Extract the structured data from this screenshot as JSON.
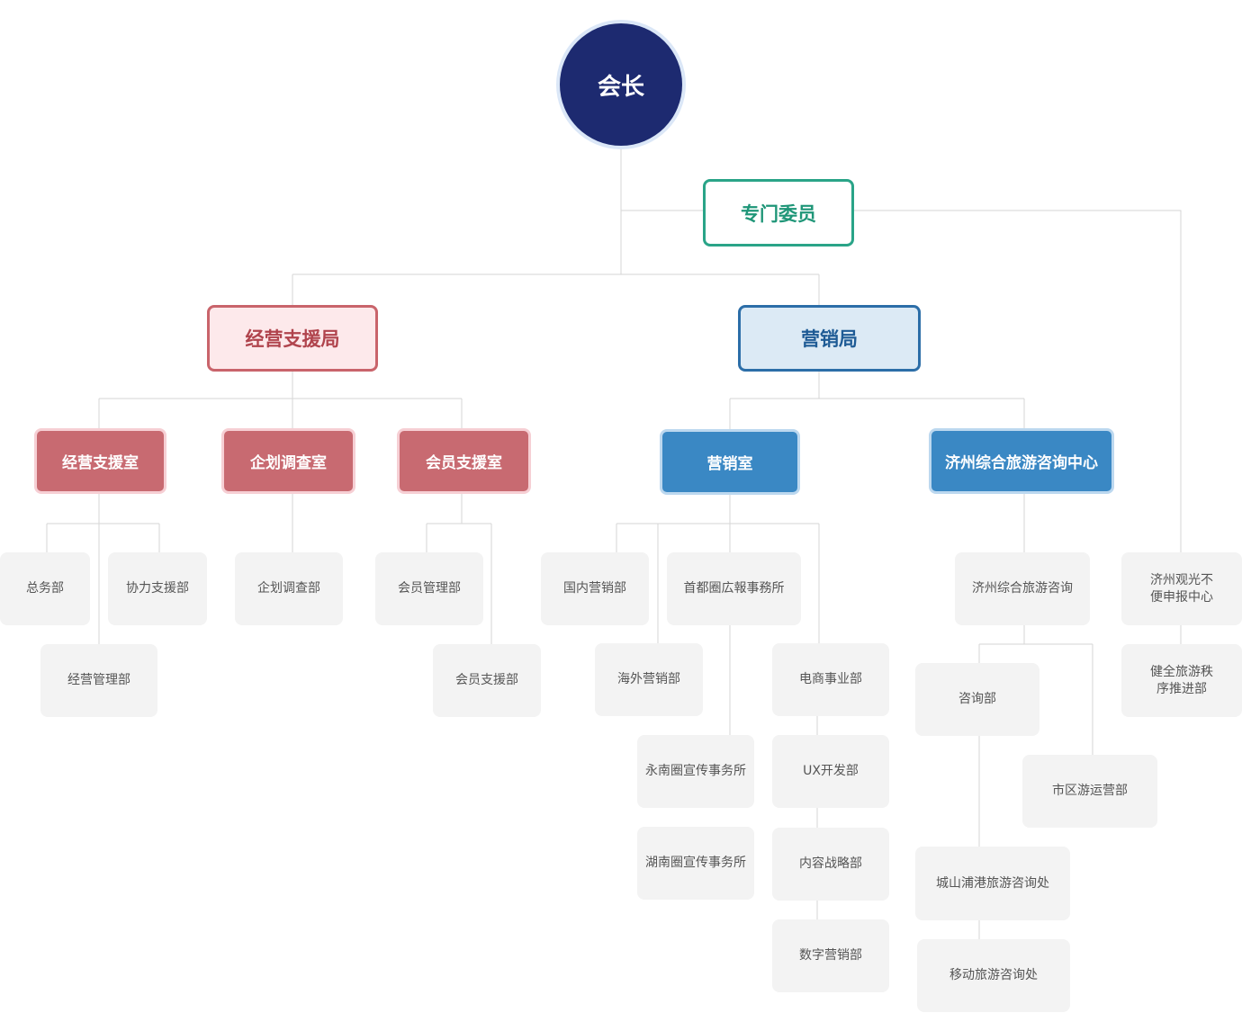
{
  "top": {
    "label": "会长"
  },
  "committee": {
    "label": "专门委员"
  },
  "bureaus": {
    "management_support": "经营支援局",
    "marketing": "营销局"
  },
  "rooms": {
    "management_support": "经营支援室",
    "planning_research": "企划调查室",
    "member_support": "会员支援室",
    "marketing": "营销室",
    "jeju_center": "济州综合旅游咨询中心"
  },
  "departments": {
    "general_affairs": "总务部",
    "cooperation_support": "协力支援部",
    "management_admin": "经营管理部",
    "planning_research": "企划调查部",
    "member_management": "会员管理部",
    "member_support": "会员支援部",
    "domestic_marketing": "国内营销部",
    "capital_office": "首都圈広報事務所",
    "overseas_marketing": "海外营销部",
    "ecommerce": "电商事业部",
    "yeongnam_office": "永南圈宣传事务所",
    "ux_dev": "UX开发部",
    "honam_office": "湖南圈宣传事务所",
    "content_strategy": "内容战略部",
    "digital_marketing": "数字营销部",
    "jeju_info": "济州综合旅游咨询",
    "consulting": "咨询部",
    "city_tour": "市区游运营部",
    "seongsan_info": "城山浦港旅游咨询处",
    "mobile_info": "移动旅游咨询处",
    "complaint_line1": "济州观光不",
    "complaint_line2": "便申报中心",
    "order_line1": "健全旅游秩",
    "order_line2": "序推进部"
  },
  "colors": {
    "ceo": "#1d2a70",
    "committee_border": "#2aa488",
    "red_bureau_border": "#c9646b",
    "red_room": "#c86a71",
    "blue_bureau_border": "#2c6ea8",
    "blue_room": "#3a88c4",
    "dept_bg": "#f3f3f3",
    "line": "#d6d6d6"
  }
}
